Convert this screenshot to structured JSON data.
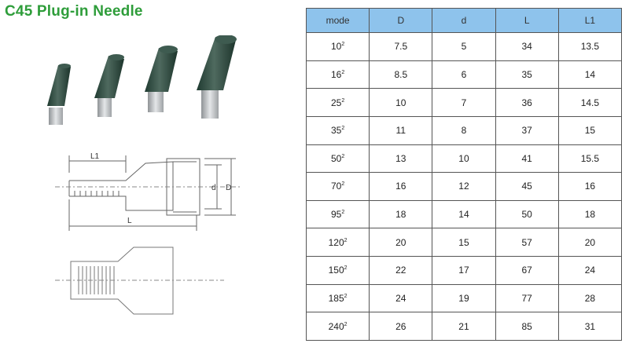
{
  "title": "C45 Plug-in Needle",
  "diagram_labels": {
    "l1": "L1",
    "l": "L",
    "d_small": "d",
    "d_big": "D"
  },
  "table": {
    "headers": [
      "mode",
      "D",
      "d",
      "L",
      "L1"
    ],
    "rows": [
      {
        "mode": "10",
        "sup": "2",
        "D": "7.5",
        "d": "5",
        "L": "34",
        "L1": "13.5"
      },
      {
        "mode": "16",
        "sup": "2",
        "D": "8.5",
        "d": "6",
        "L": "35",
        "L1": "14"
      },
      {
        "mode": "25",
        "sup": "2",
        "D": "10",
        "d": "7",
        "L": "36",
        "L1": "14.5"
      },
      {
        "mode": "35",
        "sup": "2",
        "D": "11",
        "d": "8",
        "L": "37",
        "L1": "15"
      },
      {
        "mode": "50",
        "sup": "2",
        "D": "13",
        "d": "10",
        "L": "41",
        "L1": "15.5"
      },
      {
        "mode": "70",
        "sup": "2",
        "D": "16",
        "d": "12",
        "L": "45",
        "L1": "16"
      },
      {
        "mode": "95",
        "sup": "2",
        "D": "18",
        "d": "14",
        "L": "50",
        "L1": "18"
      },
      {
        "mode": "120",
        "sup": "2",
        "D": "20",
        "d": "15",
        "L": "57",
        "L1": "20"
      },
      {
        "mode": "150",
        "sup": "2",
        "D": "22",
        "d": "17",
        "L": "67",
        "L1": "24"
      },
      {
        "mode": "185",
        "sup": "2",
        "D": "24",
        "d": "19",
        "L": "77",
        "L1": "28"
      },
      {
        "mode": "240",
        "sup": "2",
        "D": "26",
        "d": "21",
        "L": "85",
        "L1": "31"
      }
    ]
  },
  "colors": {
    "title": "#2e9d3a",
    "header_bg": "#8ec3ec",
    "sleeve": "#2f4a3f",
    "pin": "#b9bcbf"
  }
}
